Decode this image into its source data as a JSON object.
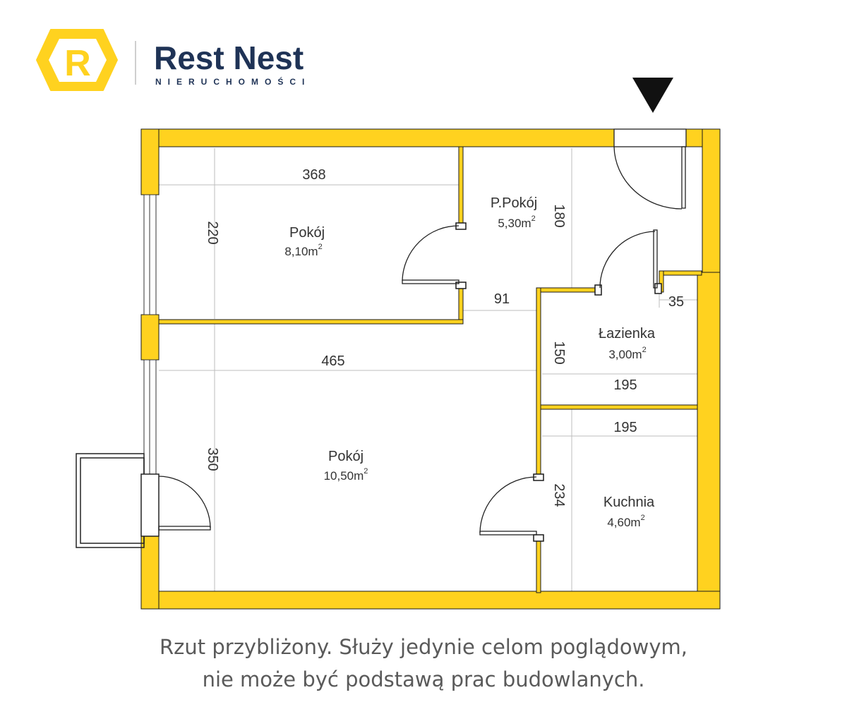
{
  "brand": {
    "name": "Rest Nest",
    "tagline": "NIERUCHOMOŚCI",
    "logo_letter": "R",
    "accent": "#ffd21f",
    "text_color": "#1f3356"
  },
  "colors": {
    "wall": "#ffd21f",
    "wall_outline": "#1a1a1a",
    "dimension_line": "#bdbdbd"
  },
  "entrance_marker": "entrance-arrow",
  "rooms": {
    "pokoj_small": {
      "name": "Pokój",
      "area": "8,10m",
      "area_unit_sup": "2"
    },
    "przedpokoj": {
      "name": "P.Pokój",
      "area": "5,30m",
      "area_unit_sup": "2"
    },
    "lazienka": {
      "name": "Łazienka",
      "area": "3,00m",
      "area_unit_sup": "2"
    },
    "pokoj_large": {
      "name": "Pokój",
      "area": "10,50m",
      "area_unit_sup": "2"
    },
    "kuchnia": {
      "name": "Kuchnia",
      "area": "4,60m",
      "area_unit_sup": "2"
    }
  },
  "dimensions": {
    "pokoj_small_width": "368",
    "pokoj_small_height": "220",
    "przedpokoj_height": "180",
    "corridor_width": "91",
    "lazienka_offset": "35",
    "pokoj_large_width": "465",
    "lazienka_height": "150",
    "lazienka_width": "195",
    "kuchnia_width": "195",
    "pokoj_large_height": "350",
    "kuchnia_height": "234"
  },
  "caption": {
    "line1": "Rzut przybliżony. Służy jedynie celom poglądowym,",
    "line2": "nie może być podstawą prac budowlanych."
  }
}
